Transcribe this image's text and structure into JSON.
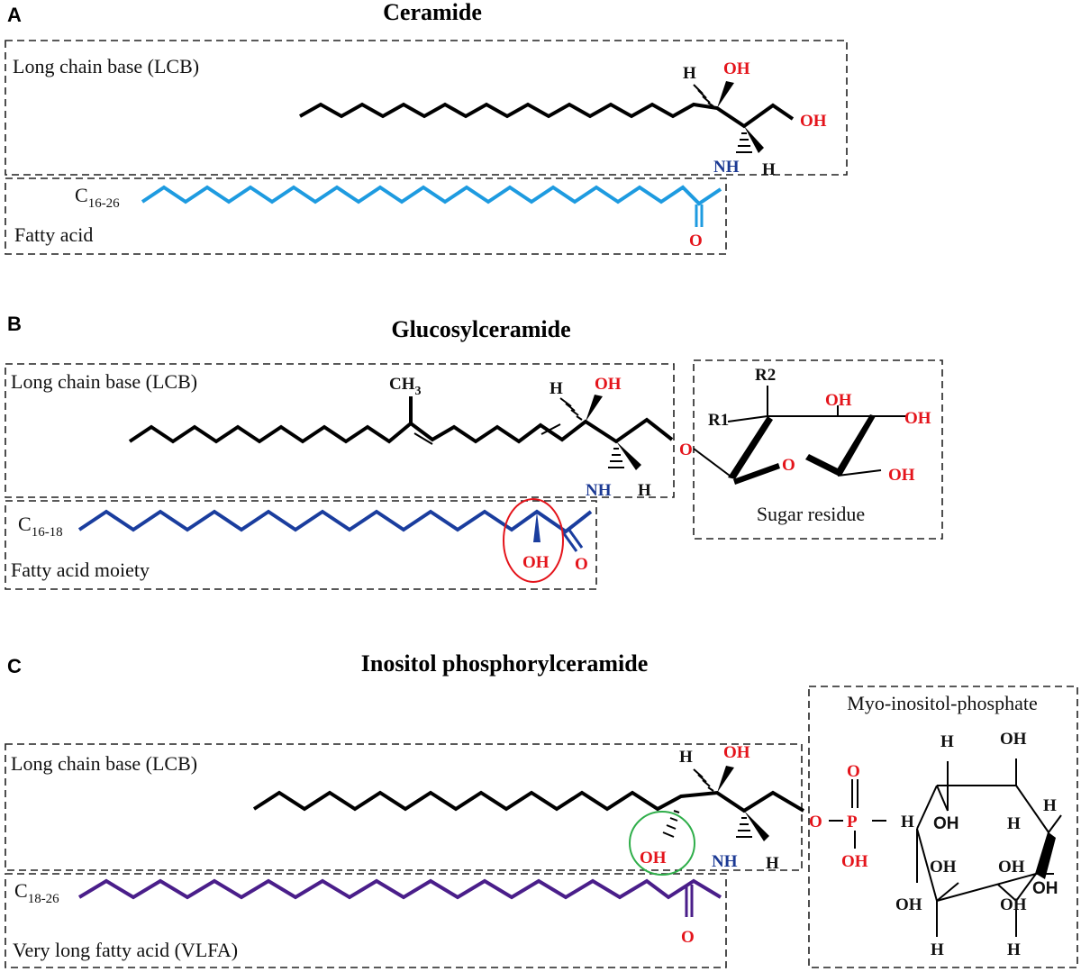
{
  "panel_a": {
    "letter": "A",
    "title": "Ceramide",
    "lcb_label": "Long chain base (LCB)",
    "fa_label": "Fatty acid",
    "fa_carbon_main": "C",
    "fa_carbon_sub": "16-26",
    "atoms": {
      "oh1": "OH",
      "oh2": "OH",
      "h1": "H",
      "h2": "H",
      "nh": "NH",
      "o": "O"
    }
  },
  "panel_b": {
    "letter": "B",
    "title": "Glucosylceramide",
    "lcb_label": "Long chain base (LCB)",
    "fa_label": "Fatty acid moiety",
    "sugar_label": "Sugar residue",
    "fa_carbon_main": "C",
    "fa_carbon_sub": "16-18",
    "methyl_main": "CH",
    "methyl_sub": "3",
    "atoms": {
      "oh1": "OH",
      "h1": "H",
      "h2": "H",
      "nh": "NH",
      "o_link": "O",
      "o_carbonyl": "O",
      "oh_fa": "OH",
      "r1": "R1",
      "r2": "R2",
      "ring_o": "O",
      "s_oh1": "OH",
      "s_oh2": "OH",
      "s_oh3": "OH"
    }
  },
  "panel_c": {
    "letter": "C",
    "title": "Inositol phosphorylceramide",
    "lcb_label": "Long chain base (LCB)",
    "fa_label": "Very long fatty acid (VLFA)",
    "inositol_label": "Myo-inositol-phosphate",
    "fa_carbon_main": "C",
    "fa_carbon_sub": "18-26",
    "atoms": {
      "oh1": "OH",
      "h1": "H",
      "h2": "H",
      "nh": "NH",
      "oh_lcb": "OH",
      "o_carbonyl": "O",
      "p_o_link": "O",
      "p": "P",
      "p_o_top": "O",
      "p_oh": "OH",
      "i_h": "H",
      "i_oh": "OH"
    }
  },
  "colors": {
    "chain_black": "#000000",
    "fa_a": "#1e9be0",
    "fa_b": "#1a3d9e",
    "fa_c": "#4a1e8a",
    "heteroatom_red": "#e4141b",
    "nitrogen_blue": "#1c3a94",
    "circle_red": "#e4141b",
    "circle_green": "#2fae4a"
  }
}
